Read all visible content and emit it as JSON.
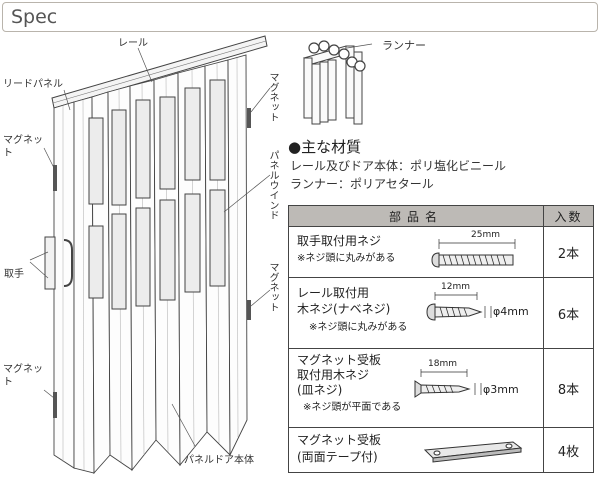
{
  "header": {
    "title": "Spec"
  },
  "diagram_labels": {
    "rail": "レール",
    "lead_panel": "リードパネル",
    "magnet_left_top": "マグネット",
    "handle": "取手",
    "magnet_left_bottom": "マグネット",
    "magnet_right_top": "マグネット",
    "panel_window": "パネルウインド",
    "magnet_right_mid": "マグネット",
    "panel_door_body": "パネルドア本体",
    "runner": "ランナー"
  },
  "materials": {
    "title": "●主な材質",
    "lines": [
      "レール及びドア本体：ポリ塩化ビニール",
      "ランナー：ポリアセタール"
    ]
  },
  "parts_table": {
    "headers": [
      "部品名",
      "入数"
    ],
    "rows": [
      {
        "name_lines": [
          "取手取付用ネジ"
        ],
        "note": "※ネジ頭に丸みがある",
        "dimension": "25mm",
        "diameter": "",
        "quantity": "2本"
      },
      {
        "name_lines": [
          "レール取付用",
          "木ネジ(ナベネジ)"
        ],
        "note": "※ネジ頭に丸みがある",
        "dimension": "12mm",
        "diameter": "φ4mm",
        "quantity": "6本"
      },
      {
        "name_lines": [
          "マグネット受板",
          "取付用木ネジ",
          "(皿ネジ)"
        ],
        "note": "※ネジ頭が平面である",
        "dimension": "18mm",
        "diameter": "φ3mm",
        "quantity": "8本"
      },
      {
        "name_lines": [
          "マグネット受板",
          "(両面テープ付)"
        ],
        "note": "",
        "dimension": "",
        "diameter": "",
        "quantity": "4枚"
      }
    ]
  }
}
